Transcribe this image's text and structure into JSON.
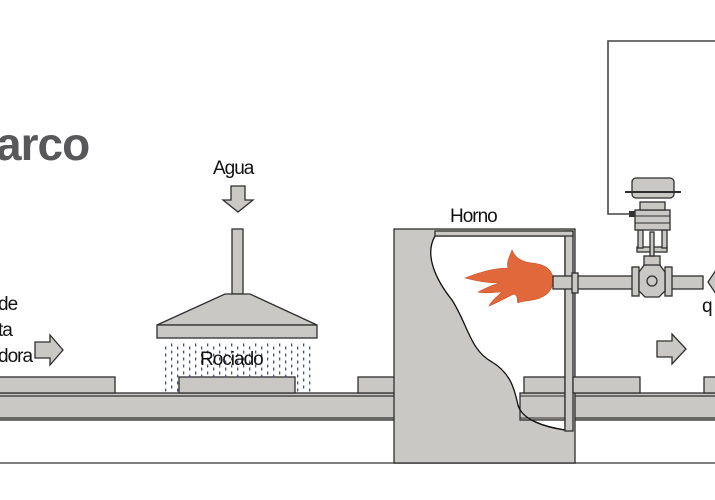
{
  "logo": {
    "text": "arco"
  },
  "labels": {
    "left_line1": "de",
    "left_line2": "ta",
    "left_line3": "dora",
    "water": "Agua",
    "spray": "Rociado",
    "furnace": "Horno",
    "right_partial": "q"
  },
  "colors": {
    "flame": "#e0683a",
    "equipment_fill": "#c9c8c4",
    "spray_dots": "#3a4fa0",
    "logo": "#58585a"
  }
}
